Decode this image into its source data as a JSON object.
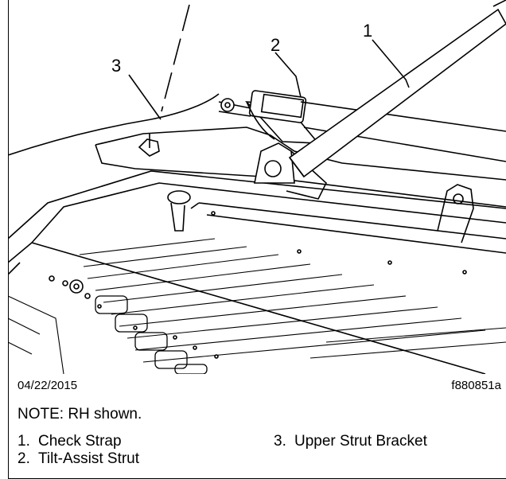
{
  "callouts": [
    "1",
    "2",
    "3"
  ],
  "footer": {
    "date": "04/22/2015",
    "figure_id": "f880851a"
  },
  "note": "NOTE: RH shown.",
  "legend": [
    {
      "num": "1.",
      "label": "Check Strap"
    },
    {
      "num": "2.",
      "label": "Tilt-Assist Strut"
    },
    {
      "num": "3.",
      "label": "Upper Strut Bracket"
    }
  ]
}
